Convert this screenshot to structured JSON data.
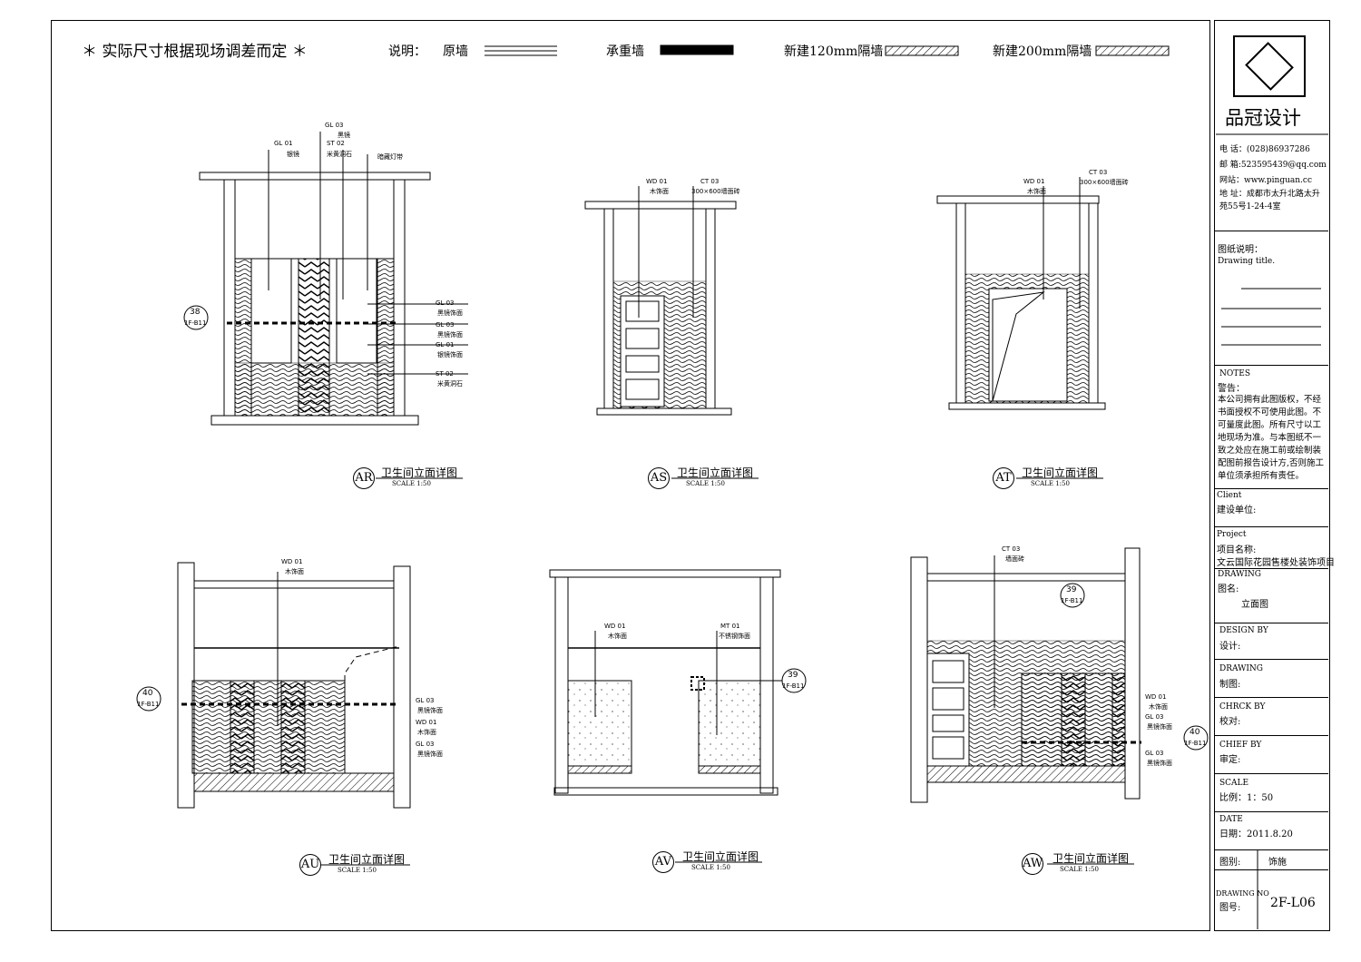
{
  "header": {
    "note": "＊ 实际尺寸根据现场调差而定 ＊",
    "legend_label": "说明：",
    "legend": [
      {
        "label": "原墙"
      },
      {
        "label": "承重墙"
      },
      {
        "label": "新建120mm隔墙"
      },
      {
        "label": "新建200mm隔墙"
      }
    ]
  },
  "drawings": [
    {
      "id": "AR",
      "title": "卫生间立面详图",
      "scale": "SCALE 1:50"
    },
    {
      "id": "AS",
      "title": "卫生间立面详图",
      "scale": "SCALE 1:50"
    },
    {
      "id": "AT",
      "title": "卫生间立面详图",
      "scale": "SCALE 1:50"
    },
    {
      "id": "AU",
      "title": "卫生间立面详图",
      "scale": "SCALE 1:50"
    },
    {
      "id": "AV",
      "title": "卫生间立面详图",
      "scale": "SCALE 1:50"
    },
    {
      "id": "AW",
      "title": "卫生间立面详图",
      "scale": "SCALE 1:50"
    }
  ],
  "tags": {
    "gl01": "GL",
    "gl01n": "01",
    "gl03": "GL",
    "gl03n": "03",
    "st02": "ST",
    "st02n": "02",
    "wd01": "WD",
    "wd01n": "01",
    "ct03": "CT",
    "ct03n": "03",
    "mt01": "MT",
    "mt01n": "01",
    "silver_mirror": "银镜",
    "black_mirror": "黑镜",
    "beige_marble": "米黄洞石",
    "hidden_light": "暗藏灯带",
    "wood_finish": "木饰面",
    "tile_300x600": "300×600墙面砖",
    "black_mirror_finish": "黑镜饰面",
    "silver_mirror_finish": "银镜饰面",
    "wall_tile": "墙面砖",
    "stainless": "不锈钢饰面"
  },
  "section_marks": {
    "m38": "38",
    "m40": "40",
    "m39": "39",
    "ref": "1F-B11"
  },
  "title_block": {
    "company": "品冠设计",
    "phone": "电  话：(028)86937286",
    "email": "邮  箱:523595439@qq.com",
    "web": "网站：www.pinguan.cc",
    "address": "地  址：成都市太升北路太升苑55号1-24-4室",
    "drawing_title_cn": "图纸说明：",
    "drawing_title_en": "Drawing title.",
    "notes_en": "NOTES",
    "notes_cn": "警告：",
    "notes_body": "本公司拥有此图版权，不经书面授权不可使用此图。不可量度此图。所有尺寸以工地现场为准。与本图纸不一致之处应在施工前或绘制装配图前报告设计方,否则施工单位须承担所有责任。",
    "client_en": "Client",
    "client_cn": "建设单位:",
    "project_en": "Project",
    "project_cn": "项目名称:",
    "project_name": "文云国际花园售楼处装饰项目",
    "drawing_en": "DRAWING",
    "drawing_cn": "图名:",
    "drawing_name": "立面图",
    "design_en": "DESIGN BY",
    "design_cn": "设计:",
    "drawn_en": "DRAWING",
    "drawn_cn": "制图:",
    "check_en": "CHRCK BY",
    "check_cn": "校对:",
    "chief_en": "CHIEF BY",
    "chief_cn": "审定:",
    "scale_en": "SCALE",
    "scale_cn": "比例：1：50",
    "date_en": "DATE",
    "date_cn": "日期：2011.8.20",
    "category_label": "图别:",
    "category_value": "饰施",
    "drawing_no_en": "DRAWING NO",
    "drawing_no_cn": "图号:",
    "drawing_no_value": "2F-L06"
  }
}
